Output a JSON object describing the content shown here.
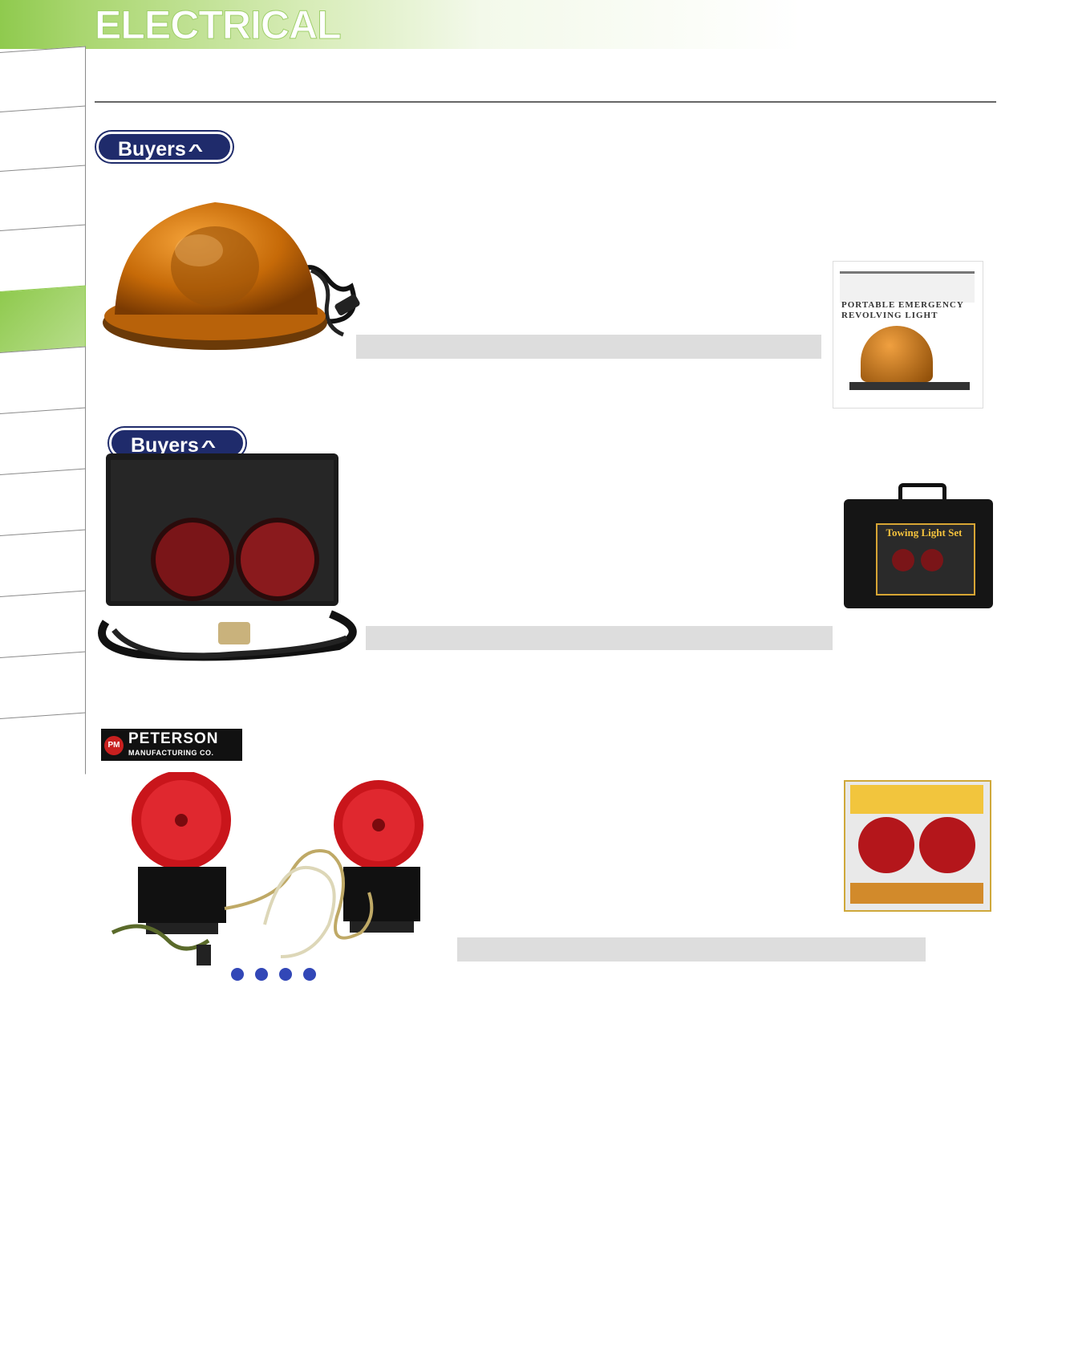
{
  "header": {
    "title": "ELECTRICAL"
  },
  "side_tabs": {
    "count": 12,
    "active_index": 4
  },
  "sections": [
    {
      "brand": "Buyers",
      "product": "amber revolving beacon light with coiled cord",
      "package_lines": [
        "PORTABLE EMERGENCY",
        "REVOLVING LIGHT"
      ]
    },
    {
      "brand": "Buyers",
      "product": "magnetic towing light kit with carrying case",
      "package_text": "Towing Light Set"
    },
    {
      "brand_name": "PETERSON",
      "brand_sub": "MANUFACTURING CO.",
      "brand_mark": "PM",
      "product": "magnetic towing lights with wiring harness"
    }
  ]
}
